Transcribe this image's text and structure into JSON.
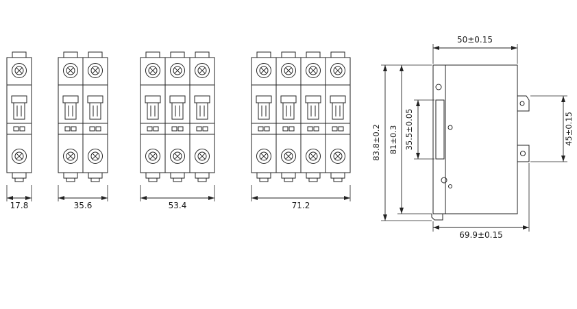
{
  "front_views": [
    {
      "poles": 1,
      "width_label": "17.8"
    },
    {
      "poles": 2,
      "width_label": "35.6"
    },
    {
      "poles": 3,
      "width_label": "53.4"
    },
    {
      "poles": 4,
      "width_label": "71.2"
    }
  ],
  "side_view": {
    "top_width_label": "50±0.15",
    "overall_height_label": "83.8±0.2",
    "body_height_label": "81±0.3",
    "din_recess_height_label": "35.5±0.05",
    "clip_zone_height_label": "45±0.15",
    "overall_depth_label": "69.9±0.15"
  },
  "colors": {
    "line_color": "#222222",
    "background": "#ffffff"
  }
}
